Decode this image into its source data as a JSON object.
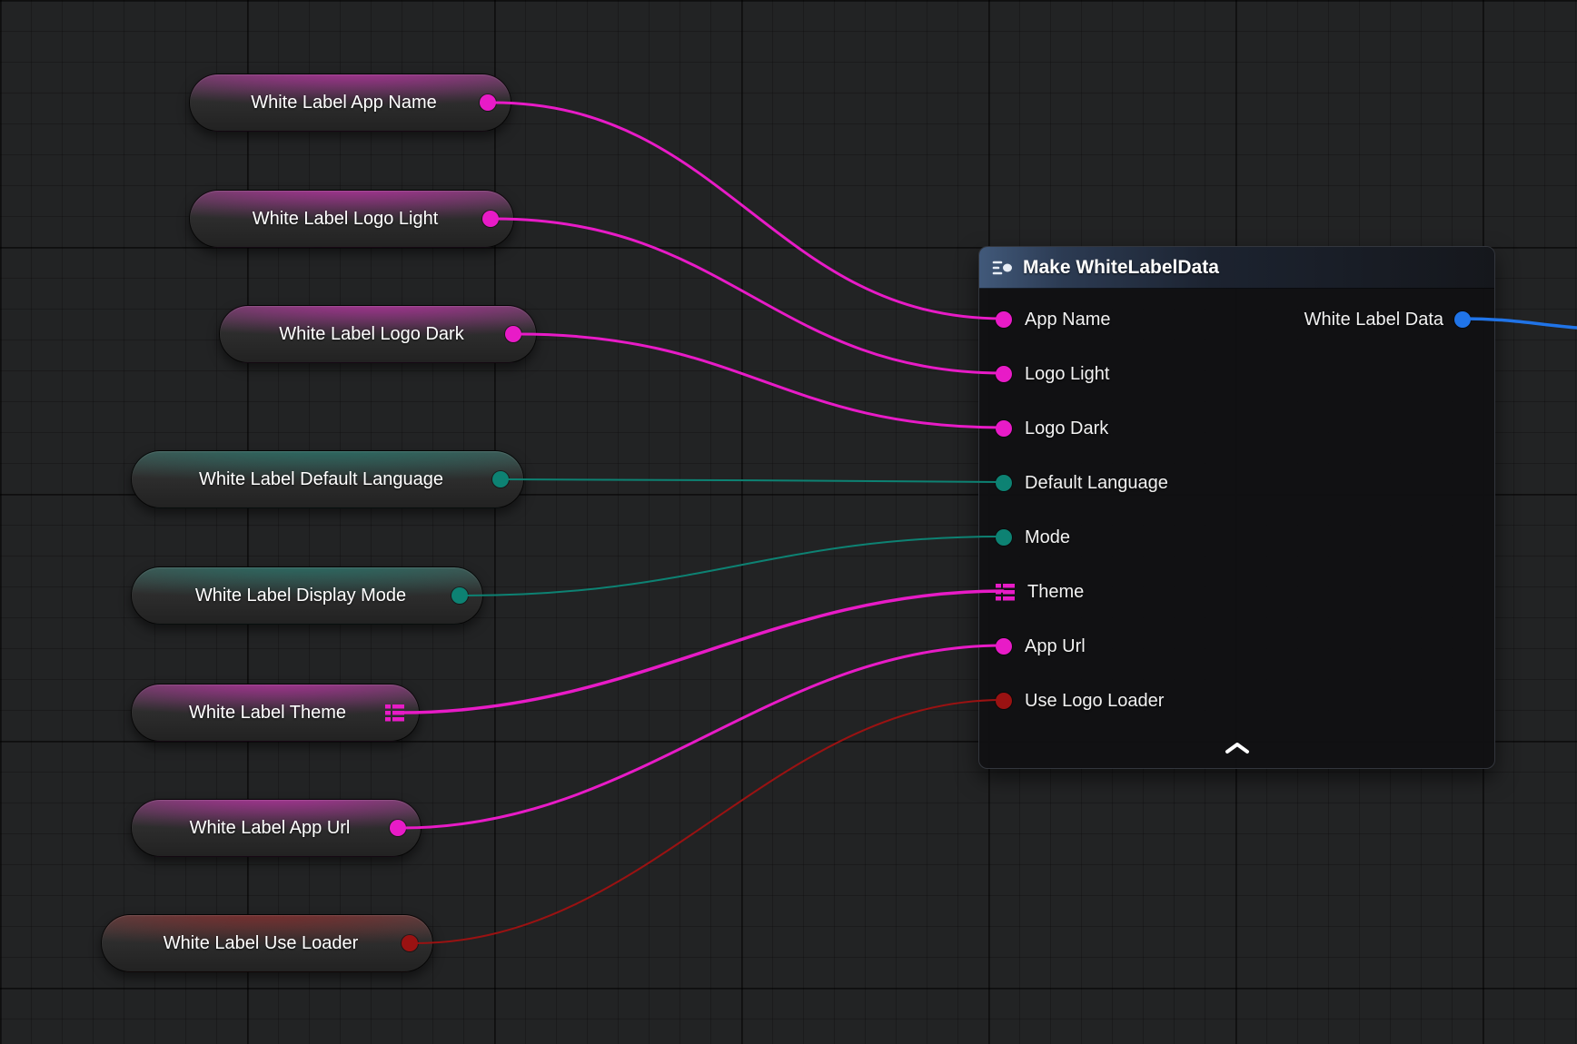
{
  "colors": {
    "magenta": "#e81bc7",
    "teal": "#0d8273",
    "red": "#9a1212",
    "blue": "#2074e8"
  },
  "getters": [
    {
      "label": "White Label App Name",
      "pin_color": "magenta",
      "pin_type": "circle"
    },
    {
      "label": "White Label Logo Light",
      "pin_color": "magenta",
      "pin_type": "circle"
    },
    {
      "label": "White Label Logo Dark",
      "pin_color": "magenta",
      "pin_type": "circle"
    },
    {
      "label": "White Label Default Language",
      "pin_color": "teal",
      "pin_type": "circle"
    },
    {
      "label": "White Label Display Mode",
      "pin_color": "teal",
      "pin_type": "circle"
    },
    {
      "label": "White Label Theme",
      "pin_color": "magenta",
      "pin_type": "map"
    },
    {
      "label": "White Label App Url",
      "pin_color": "magenta",
      "pin_type": "circle"
    },
    {
      "label": "White Label Use Loader",
      "pin_color": "red",
      "pin_type": "circle"
    }
  ],
  "make_node": {
    "title": "Make WhiteLabelData",
    "inputs": [
      {
        "label": "App Name",
        "pin_color": "magenta",
        "pin_type": "circle"
      },
      {
        "label": "Logo Light",
        "pin_color": "magenta",
        "pin_type": "circle"
      },
      {
        "label": "Logo Dark",
        "pin_color": "magenta",
        "pin_type": "circle"
      },
      {
        "label": "Default Language",
        "pin_color": "teal",
        "pin_type": "circle"
      },
      {
        "label": "Mode",
        "pin_color": "teal",
        "pin_type": "circle"
      },
      {
        "label": "Theme",
        "pin_color": "magenta",
        "pin_type": "map"
      },
      {
        "label": "App Url",
        "pin_color": "magenta",
        "pin_type": "circle"
      },
      {
        "label": "Use Logo Loader",
        "pin_color": "red",
        "pin_type": "circle"
      }
    ],
    "output": {
      "label": "White Label Data",
      "pin_color": "blue",
      "pin_type": "circle"
    }
  }
}
